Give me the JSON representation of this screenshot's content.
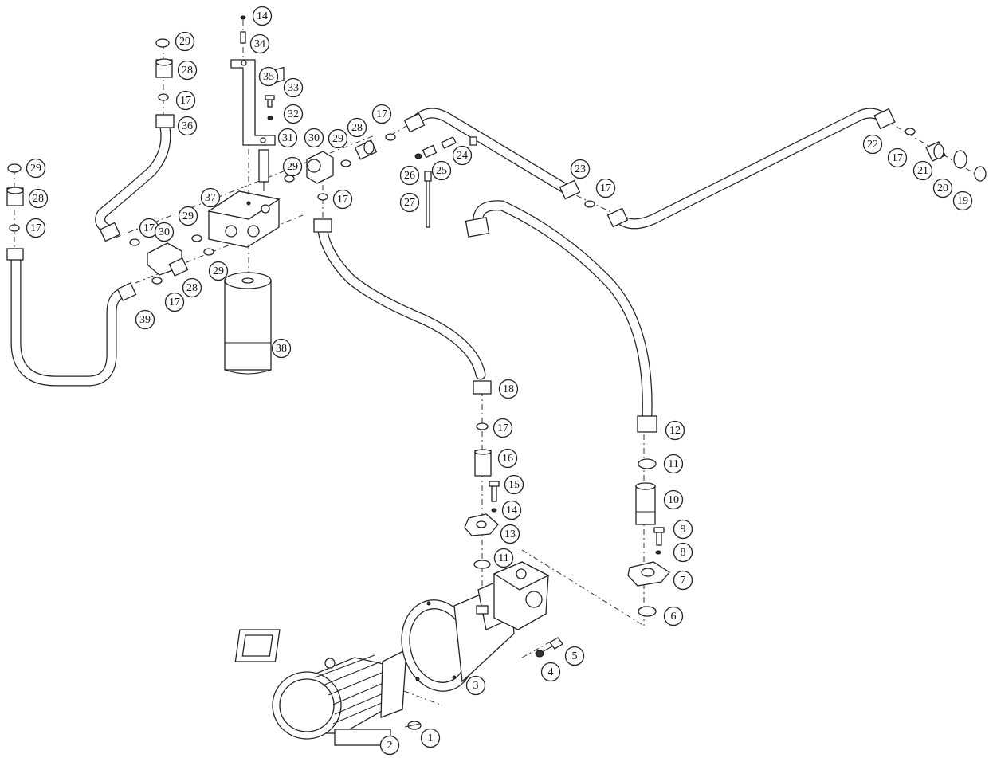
{
  "callouts": [
    {
      "n": "1"
    },
    {
      "n": "2"
    },
    {
      "n": "3"
    },
    {
      "n": "4"
    },
    {
      "n": "5"
    },
    {
      "n": "6"
    },
    {
      "n": "7"
    },
    {
      "n": "8"
    },
    {
      "n": "9"
    },
    {
      "n": "10"
    },
    {
      "n": "11"
    },
    {
      "n": "11"
    },
    {
      "n": "12"
    },
    {
      "n": "13"
    },
    {
      "n": "14"
    },
    {
      "n": "14"
    },
    {
      "n": "15"
    },
    {
      "n": "16"
    },
    {
      "n": "17"
    },
    {
      "n": "17"
    },
    {
      "n": "17"
    },
    {
      "n": "17"
    },
    {
      "n": "17"
    },
    {
      "n": "17"
    },
    {
      "n": "17"
    },
    {
      "n": "17"
    },
    {
      "n": "17"
    },
    {
      "n": "18"
    },
    {
      "n": "19"
    },
    {
      "n": "20"
    },
    {
      "n": "21"
    },
    {
      "n": "22"
    },
    {
      "n": "23"
    },
    {
      "n": "24"
    },
    {
      "n": "25"
    },
    {
      "n": "26"
    },
    {
      "n": "27"
    },
    {
      "n": "28"
    },
    {
      "n": "28"
    },
    {
      "n": "28"
    },
    {
      "n": "28"
    },
    {
      "n": "29"
    },
    {
      "n": "29"
    },
    {
      "n": "29"
    },
    {
      "n": "29"
    },
    {
      "n": "29"
    },
    {
      "n": "29"
    },
    {
      "n": "30"
    },
    {
      "n": "30"
    },
    {
      "n": "31"
    },
    {
      "n": "32"
    },
    {
      "n": "33"
    },
    {
      "n": "34"
    },
    {
      "n": "35"
    },
    {
      "n": "36"
    },
    {
      "n": "37"
    },
    {
      "n": "38"
    },
    {
      "n": "39"
    }
  ]
}
